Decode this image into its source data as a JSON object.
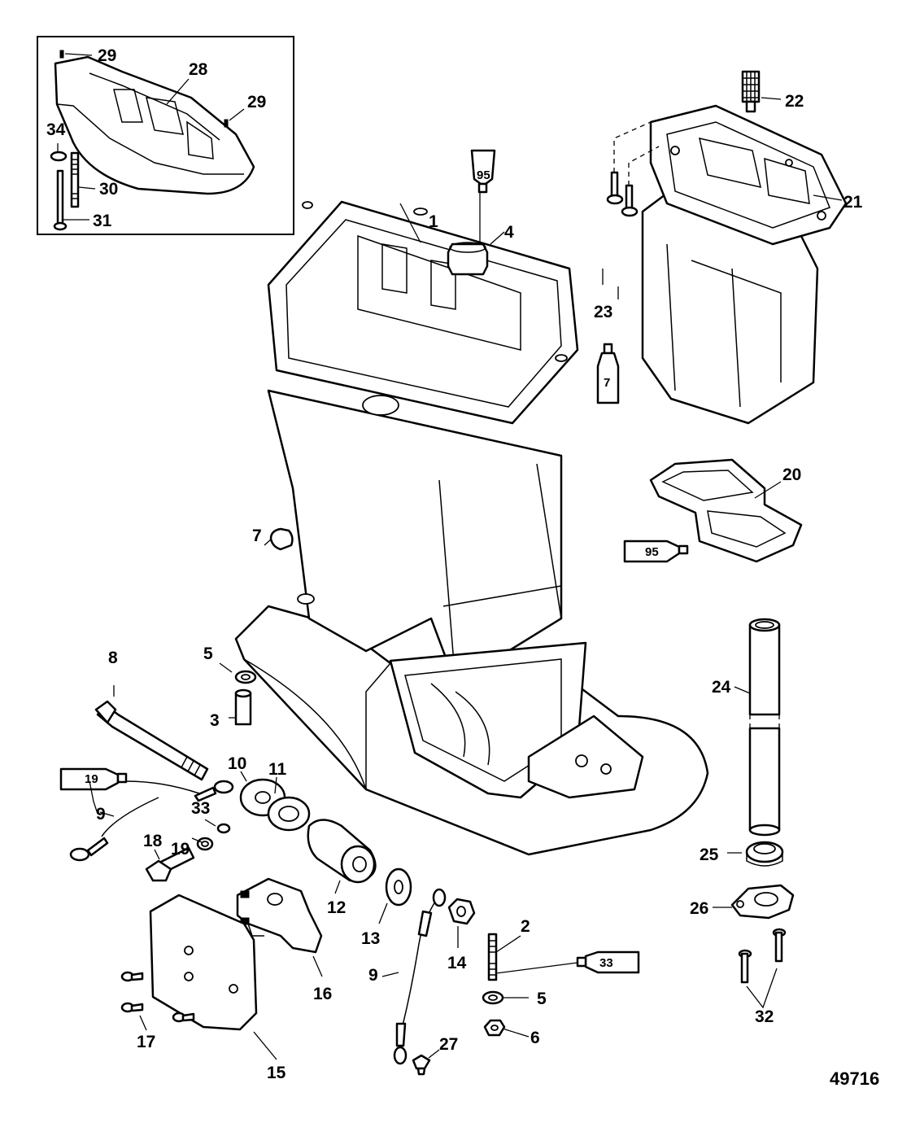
{
  "figure_number": "49716",
  "inset": {
    "callouts": [
      "29",
      "28",
      "29",
      "34",
      "30",
      "31"
    ]
  },
  "callouts": {
    "c1": "1",
    "c2": "2",
    "c3": "3",
    "c4": "4",
    "c5a": "5",
    "c5b": "5",
    "c6": "6",
    "c7": "7",
    "c7b": "7",
    "c8": "8",
    "c9a": "9",
    "c9b": "9",
    "c10": "10",
    "c11": "11",
    "c12": "12",
    "c13": "13",
    "c14": "14",
    "c15": "15",
    "c16": "16",
    "c17": "17",
    "c18": "18",
    "c19": "19",
    "c20": "20",
    "c21": "21",
    "c22": "22",
    "c23": "23",
    "c24": "24",
    "c25": "25",
    "c26": "26",
    "c27": "27",
    "c32": "32",
    "c33a": "33"
  },
  "tubes": {
    "t95a": "95",
    "t95b": "95",
    "t7": "7",
    "t19": "19",
    "t33": "33"
  },
  "colors": {
    "ink": "#000000",
    "paper": "#ffffff"
  }
}
